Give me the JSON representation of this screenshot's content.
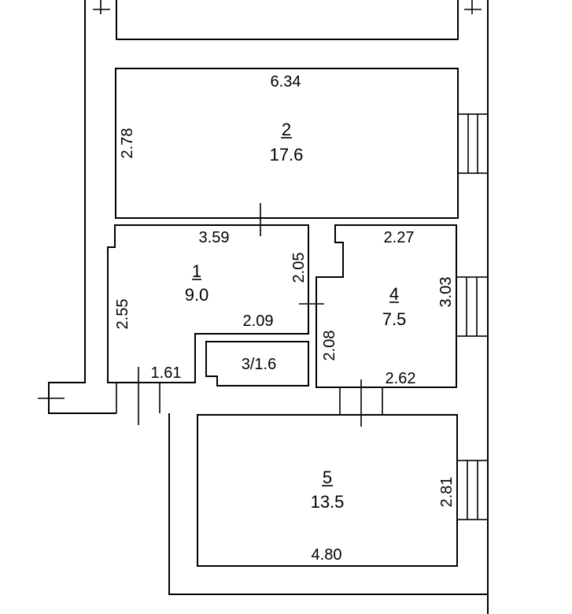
{
  "rooms": [
    {
      "id": "2",
      "number": "2",
      "area": "17.6",
      "dims": [
        "6.34",
        "2.78"
      ]
    },
    {
      "id": "1",
      "number": "1",
      "area": "9.0",
      "dims": [
        "3.59",
        "2.05",
        "2.55",
        "2.09",
        "1.61"
      ]
    },
    {
      "id": "3",
      "label": "3/1.6"
    },
    {
      "id": "4",
      "number": "4",
      "area": "7.5",
      "dims": [
        "2.27",
        "3.03",
        "2.08",
        "2.62"
      ]
    },
    {
      "id": "5",
      "number": "5",
      "area": "13.5",
      "dims": [
        "2.81",
        "4.80"
      ]
    }
  ],
  "colors": {
    "line": "#000000",
    "background": "#ffffff"
  }
}
